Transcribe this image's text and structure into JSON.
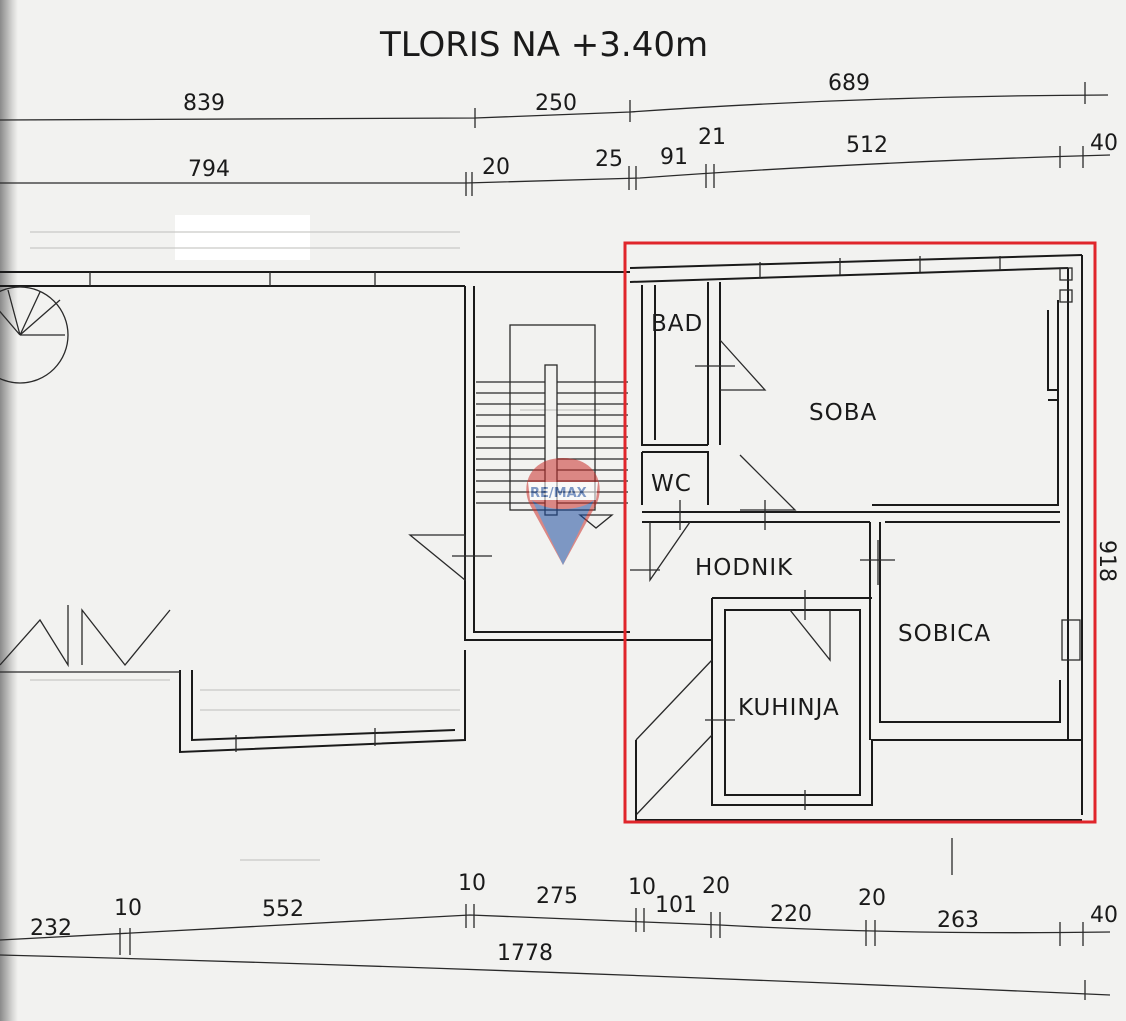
{
  "title": "TLORIS NA +3.40m",
  "dims_top_1": [
    "839",
    "250",
    "689"
  ],
  "dims_top_2": [
    "794",
    "20",
    "25",
    "91",
    "21",
    "512",
    "40"
  ],
  "dims_bottom_1": [
    "232",
    "10",
    "552",
    "10",
    "275",
    "10",
    "101",
    "20",
    "220",
    "20",
    "263",
    "40"
  ],
  "dims_bottom_total": "1778",
  "dim_right": "918",
  "rooms": {
    "bad": "BAD",
    "wc": "WC",
    "soba": "SOBA",
    "hodnik": "HODNIK",
    "sobica": "SOBICA",
    "kuhinja": "KUHINJA"
  },
  "watermark": "RE/MAX",
  "colors": {
    "highlight": "#e0262b",
    "ink": "#1a1a1a",
    "paper": "#f2f2f0"
  }
}
